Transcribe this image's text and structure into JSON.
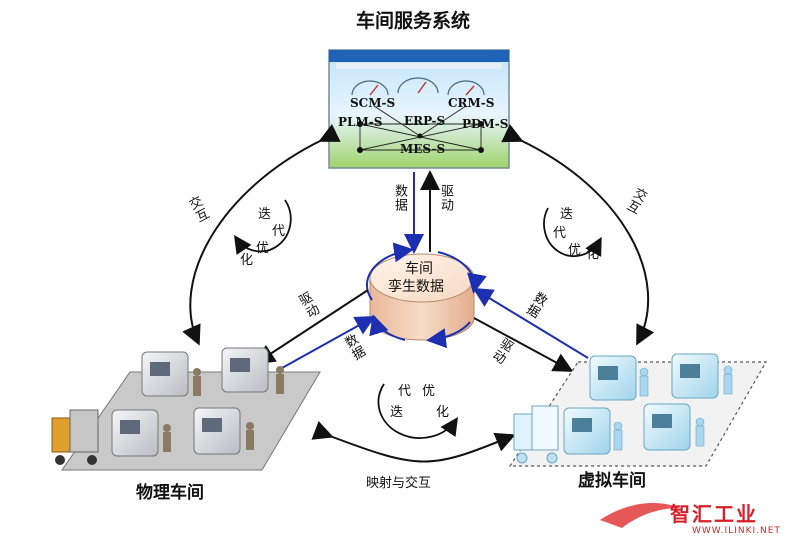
{
  "title": "车间服务系统",
  "system_modules": {
    "scm": "SCM-S",
    "crm": "CRM-S",
    "plm": "PLM-S",
    "erp": "ERP-S",
    "pdm": "PDM-S",
    "mes": "MES-S"
  },
  "center": {
    "line1": "车间",
    "line2": "孪生数据"
  },
  "edge_labels": {
    "data": "数据",
    "drive": "驱动",
    "interact": "交互",
    "iterative_optimization": "迭代优化",
    "mapping_interact": "映射与交互",
    "iter_die": "迭",
    "iter_dai": "代",
    "iter_you": "优",
    "iter_hua": "化"
  },
  "physical_workshop": "物理车间",
  "virtual_workshop": "虚拟车间",
  "watermark": {
    "cn": "智汇工业",
    "en": "WWW.ILINKI.NET"
  }
}
